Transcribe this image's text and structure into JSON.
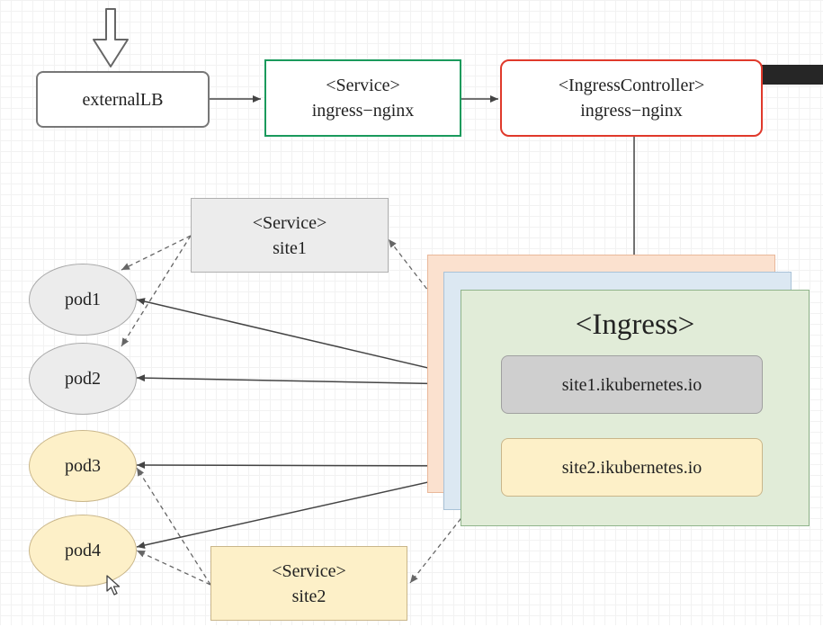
{
  "nodes": {
    "external_lb": "externalLB",
    "service_ingress": {
      "stereotype": "<Service>",
      "name": "ingress−nginx"
    },
    "ingress_controller": {
      "stereotype": "<IngressController>",
      "name": "ingress−nginx"
    },
    "service_site1": {
      "stereotype": "<Service>",
      "name": "site1"
    },
    "service_site2": {
      "stereotype": "<Service>",
      "name": "site2"
    },
    "ingress": {
      "title": "<Ingress>"
    },
    "rule_site1": "site1.ikubernetes.io",
    "rule_site2": "site2.ikubernetes.io",
    "pods": [
      "pod1",
      "pod2",
      "pod3",
      "pod4"
    ]
  },
  "colors": {
    "service_ingress_border": "#1a9a5c",
    "ingress_controller_border": "#e0392b",
    "gray_fill": "#ececec",
    "gray_border": "#b0b0b0",
    "yellow_fill": "#fdf0c8",
    "yellow_border": "#c9b68a",
    "ingress_fill": "#e1ecd8",
    "ingress_border": "#8fb48a",
    "ingress_back1_fill": "#fbe1cf",
    "ingress_back2_fill": "#dce8f2",
    "rule1_fill": "#cfcfcf",
    "edge_color": "#444444",
    "dashed_edge_color": "#666666"
  }
}
